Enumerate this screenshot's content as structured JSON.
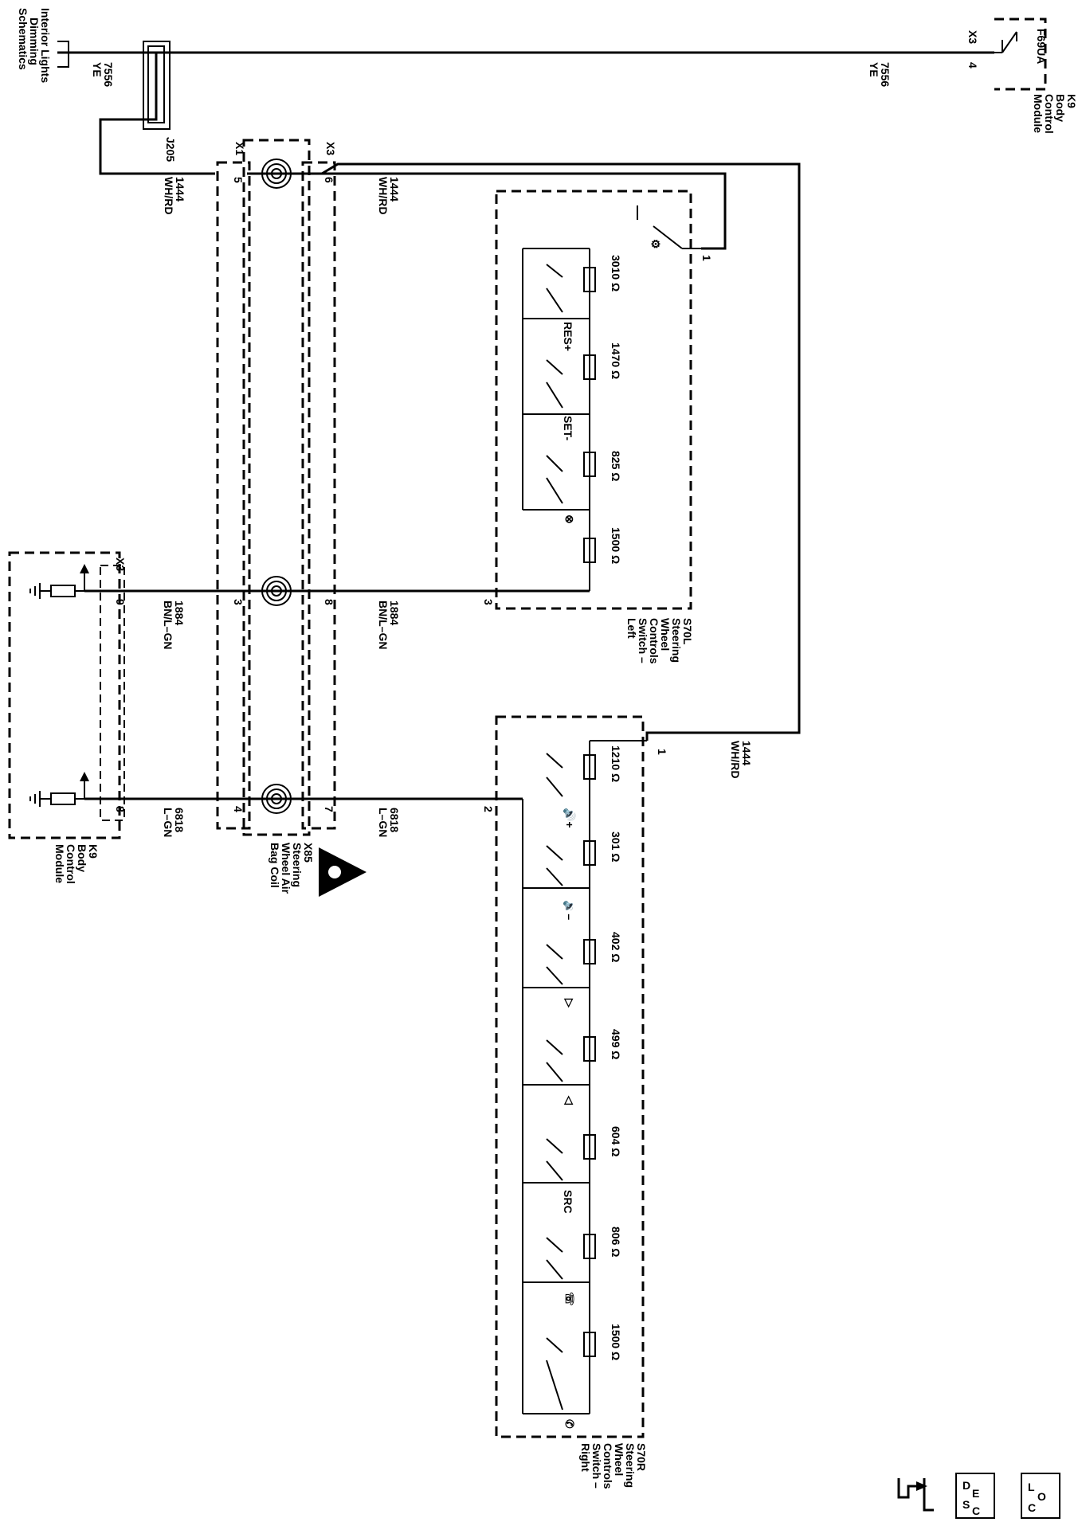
{
  "diagram": {
    "top_ref": {
      "l1": "Interior Lights",
      "l2": "Dimming",
      "l3": "Schematics"
    },
    "wire_7556": {
      "num": "7556",
      "color": "YE"
    },
    "k9_top": {
      "name": "K9",
      "l2": "Body",
      "l3": "Control",
      "l4": "Module",
      "switch": "F69UA",
      "conn": "X3",
      "pin": "4"
    },
    "splice": "J205",
    "wire_1444": {
      "num": "1444",
      "color": "WH/RD"
    },
    "coil": {
      "conn_left": "X1",
      "conn_right": "X3",
      "pins": [
        "5",
        "6",
        "3",
        "8",
        "4",
        "7"
      ],
      "name": "X85",
      "l2": "Steering",
      "l3": "Wheel Air",
      "l4": "Bag Coil"
    },
    "s70l": {
      "name": "S70L",
      "l2": "Steering",
      "l3": "Wheel",
      "l4": "Controls",
      "l5": "Switch –",
      "l6": "Left",
      "pin1": "1",
      "pin3": "3",
      "resistors": [
        "3010 Ω",
        "1470 Ω",
        "825 Ω",
        "1500 Ω"
      ],
      "switches": [
        "RES+",
        "SET-"
      ]
    },
    "wire_1884": {
      "num": "1884",
      "color": "BN/L–GN"
    },
    "wire_6818": {
      "num": "6818",
      "color": "L–GN"
    },
    "k9_bottom": {
      "name": "K9",
      "l2": "Body",
      "l3": "Control",
      "l4": "Module",
      "conn": "X3",
      "pin9": "9",
      "pin8": "8"
    },
    "s70r": {
      "name": "S70R",
      "l2": "Steering",
      "l3": "Wheel",
      "l4": "Controls",
      "l5": "Switch –",
      "l6": "Right",
      "pin1": "1",
      "pin2": "2",
      "resistors": [
        "1210 Ω",
        "301 Ω",
        "402 Ω",
        "499 Ω",
        "604 Ω",
        "806 Ω",
        "1500 Ω"
      ],
      "switches": [
        "SRC"
      ]
    },
    "footer": {
      "desc": {
        "d": "D",
        "e": "E",
        "s": "S",
        "c": "C"
      },
      "loc": {
        "l": "L",
        "o": "O",
        "c": "C"
      }
    }
  }
}
